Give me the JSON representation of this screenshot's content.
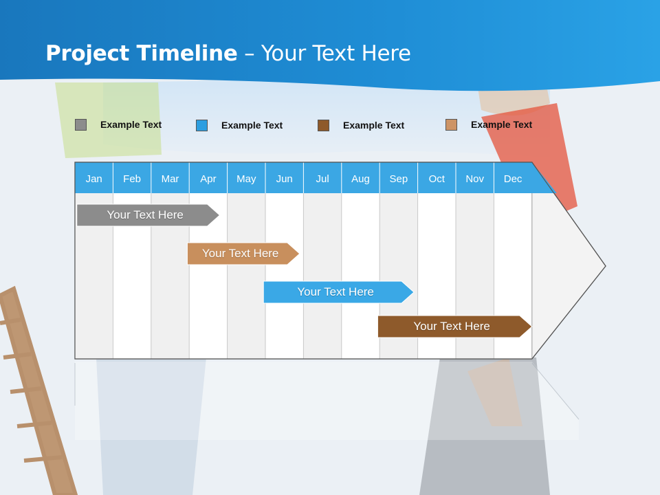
{
  "slide": {
    "title_bold": "Project Timeline",
    "title_rest": "– Your Text Here"
  },
  "colors": {
    "header_blue": "#1e8fd6",
    "month_header": "#3ba7e4",
    "gray_task": "#8c8c8c",
    "tan_task": "#c88f5d",
    "blue_task": "#3aa8e6",
    "brown_task": "#8e5a2b"
  },
  "legend": [
    {
      "label": "Example Text",
      "color": "#8c8c8c"
    },
    {
      "label": "Example Text",
      "color": "#2c9ee0"
    },
    {
      "label": "Example Text",
      "color": "#8e5a2b"
    },
    {
      "label": "Example Text",
      "color": "#cd9466"
    }
  ],
  "months": [
    "Jan",
    "Feb",
    "Mar",
    "Apr",
    "May",
    "Jun",
    "Jul",
    "Aug",
    "Sep",
    "Oct",
    "Nov",
    "Dec"
  ],
  "tasks": [
    {
      "label": "Your  Text Here",
      "start_month": 0.05,
      "end_month": 3.8,
      "color": "#8c8c8c"
    },
    {
      "label": "Your  Text Here",
      "start_month": 2.95,
      "end_month": 5.9,
      "color": "#c88f5d"
    },
    {
      "label": "Your  Text Here",
      "start_month": 4.95,
      "end_month": 8.9,
      "color": "#3aa8e6"
    },
    {
      "label": "Your  Text Here",
      "start_month": 7.95,
      "end_month": 12.0,
      "color": "#8e5a2b"
    }
  ]
}
